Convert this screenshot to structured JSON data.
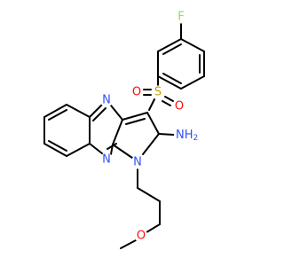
{
  "molecule": {
    "colors": {
      "bond": "#000000",
      "fluorine": "#90e050",
      "sulfur": "#c8a200",
      "oxygen": "#ff0d0d",
      "nitrogen": "#3050f8",
      "background": "#ffffff"
    },
    "labels": {
      "fluorine": "F",
      "sulfonyl_sulfur": "S",
      "sulfonyl_oxygen_left": "O",
      "sulfonyl_oxygen_right": "O",
      "quinoxaline_n_top": "N",
      "quinoxaline_n_bottom": "N",
      "pyrrole_n": "N",
      "amine": "NH",
      "amine_subscript": "2",
      "ether_oxygen": "O"
    }
  }
}
